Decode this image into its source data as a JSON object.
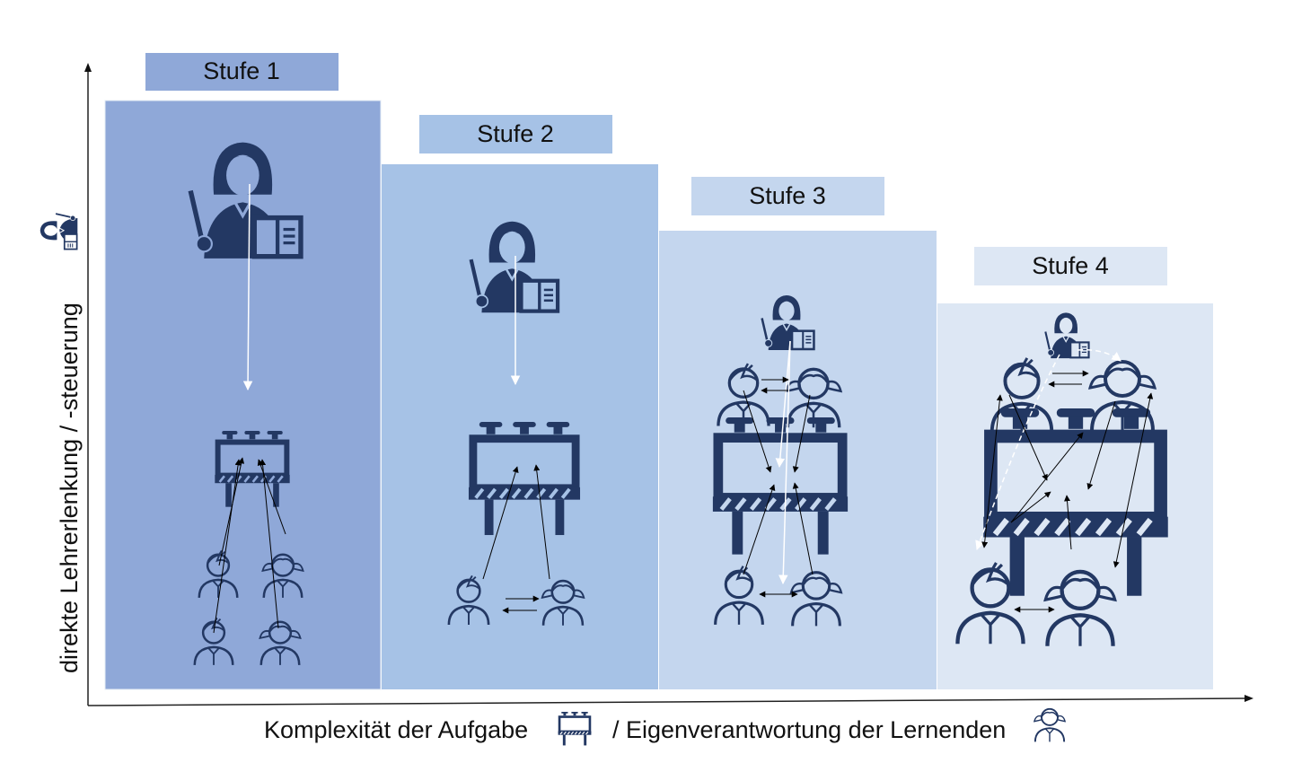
{
  "stages": [
    {
      "label": "Stufe 1",
      "color": "#8FA8D8"
    },
    {
      "label": "Stufe 2",
      "color": "#A6C2E6"
    },
    {
      "label": "Stufe 3",
      "color": "#C4D6EE"
    },
    {
      "label": "Stufe 4",
      "color": "#DDE7F4"
    }
  ],
  "axes": {
    "y_label": "direkte Lehrerlenkung / -steuerung",
    "x_label_part1": "Komplexität der Aufgabe",
    "x_label_part2": "/ Eigenverantwortung der Lernenden"
  },
  "icon_color": "#233863"
}
